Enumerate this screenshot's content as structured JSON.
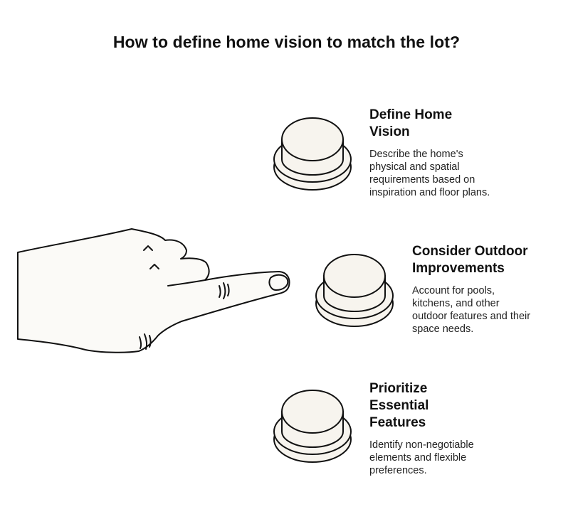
{
  "title": "How to define home vision to match the lot?",
  "colors": {
    "button_fill": "#f7f4ee",
    "hand_fill": "#fbfaf7",
    "stroke": "#111111"
  },
  "icons": [
    "pointing-hand-icon",
    "push-button-icon"
  ],
  "items": [
    {
      "title": "Define Home\nVision",
      "description": "Describe the home's\nphysical and spatial\nrequirements based on\ninspiration and floor plans."
    },
    {
      "title": "Consider Outdoor\nImprovements",
      "description": "Account for pools,\nkitchens, and other\noutdoor features and their\nspace needs."
    },
    {
      "title": "Prioritize\nEssential\nFeatures",
      "description": "Identify non-negotiable\nelements and flexible\npreferences."
    }
  ]
}
